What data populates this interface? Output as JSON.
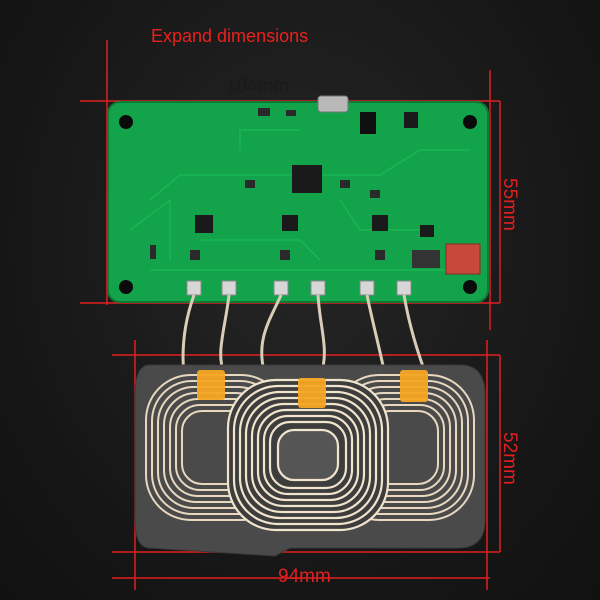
{
  "annotations": {
    "title": "Expand dimensions",
    "board_width": "104mm",
    "board_height": "55mm",
    "coil_height": "52mm",
    "coil_width": "94mm"
  },
  "colors": {
    "dimension_line": "#e02020",
    "pcb": "#13a34a",
    "coil_wire": "#e8d8c0",
    "tape": "#f5a623",
    "ferrite": "#4a4a4a"
  }
}
